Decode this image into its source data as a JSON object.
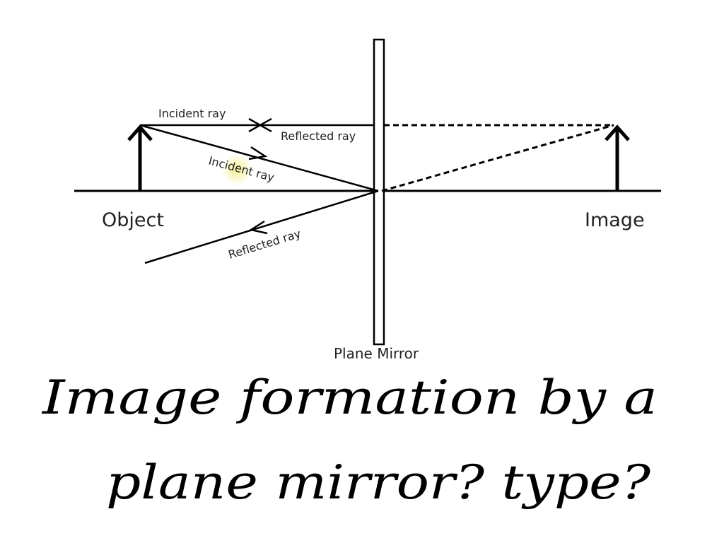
{
  "diagram": {
    "labels": {
      "incident_ray_1": "Incident ray",
      "reflected_ray_1": "Reflected ray",
      "incident_ray_2": "Incident ray",
      "reflected_ray_2": "Reflected ray",
      "object": "Object",
      "image": "Image",
      "mirror": "Plane Mirror"
    },
    "highlight_color": "#f4ee8a"
  },
  "handwriting": {
    "line1": "Image formation by a",
    "line2": "plane mirror? type?"
  }
}
